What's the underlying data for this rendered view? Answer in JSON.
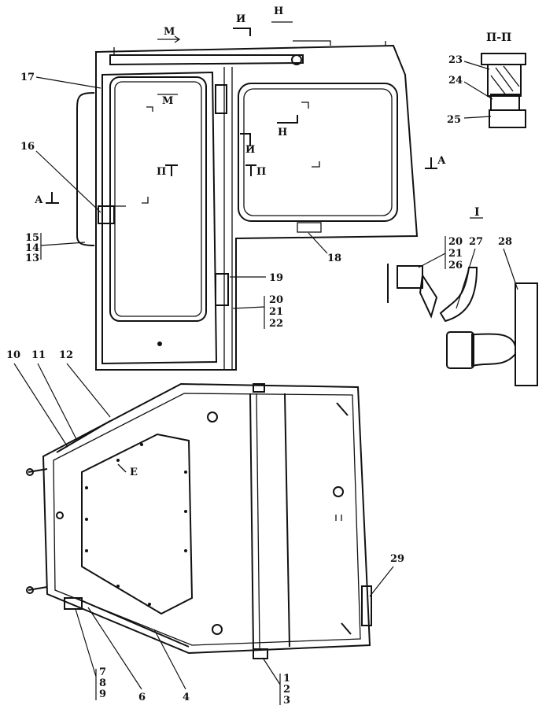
{
  "section_title": "П-П",
  "detail_mark": "I",
  "callouts": {
    "c1": "1",
    "c2": "2",
    "c3": "3",
    "c4": "4",
    "c6": "6",
    "c7": "7",
    "c8": "8",
    "c9": "9",
    "c10": "10",
    "c11": "11",
    "c12": "12",
    "c13": "13",
    "c14": "14",
    "c15": "15",
    "c16": "16",
    "c17": "17",
    "c18": "18",
    "c19": "19",
    "c20": "20",
    "c21": "21",
    "c22": "22",
    "c23": "23",
    "c24": "24",
    "c25": "25",
    "c26": "26",
    "c27": "27",
    "c28": "28",
    "c29": "29",
    "c20b": "20",
    "c21b": "21"
  },
  "section_marks": {
    "m_top": "М",
    "m_mid": "М",
    "i_top": "И",
    "i_mid": "И",
    "n_top": "Н",
    "n_mid": "Н",
    "p_mid": "П",
    "p_right": "П",
    "a_left": "А",
    "a_right": "А",
    "e_mark": "Е"
  }
}
